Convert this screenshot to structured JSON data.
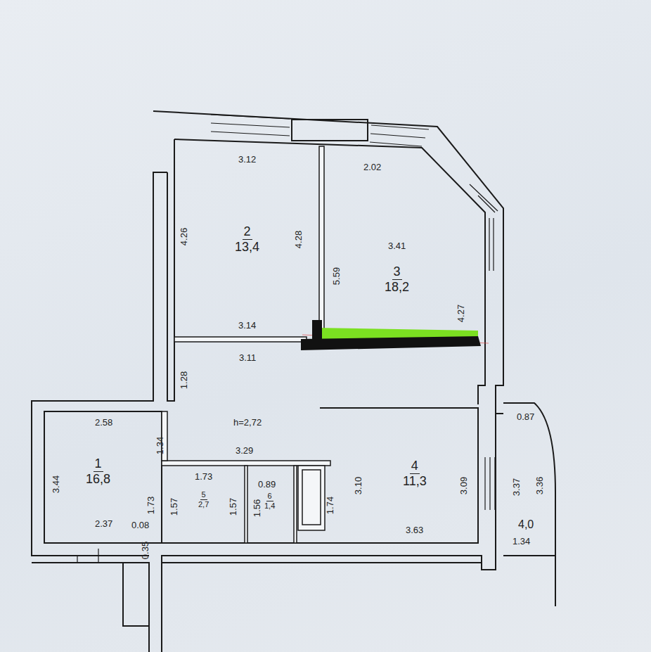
{
  "diagram": {
    "nodes": [
      {
        "text": [
          "2",
          "13,4"
        ]
      },
      {
        "text": [
          "3",
          "18,2"
        ]
      },
      {
        "text": [
          "1",
          "16,8"
        ]
      },
      {
        "text": [
          "5",
          "2,7"
        ]
      },
      {
        "text": [
          "6",
          "1,4"
        ]
      },
      {
        "text": [
          "4",
          "11,3"
        ]
      },
      {
        "text": [
          "4,0"
        ]
      }
    ],
    "labels": [
      "3.12",
      "2.02",
      "4.26",
      "4.28",
      "5.59",
      "3.41",
      "4.27",
      "3.14",
      "3.11",
      "1.28",
      "h=2,72",
      "2.58",
      "1.34",
      "3.29",
      "3.44",
      "1.73",
      "0.89",
      "1.73",
      "1.57",
      "1.57",
      "1.56",
      "1.74",
      "3.10",
      "3.09",
      "0.87",
      "3.37",
      "3.36",
      "2.37",
      "0.08",
      "0.35",
      "3.63",
      "1.34"
    ]
  }
}
